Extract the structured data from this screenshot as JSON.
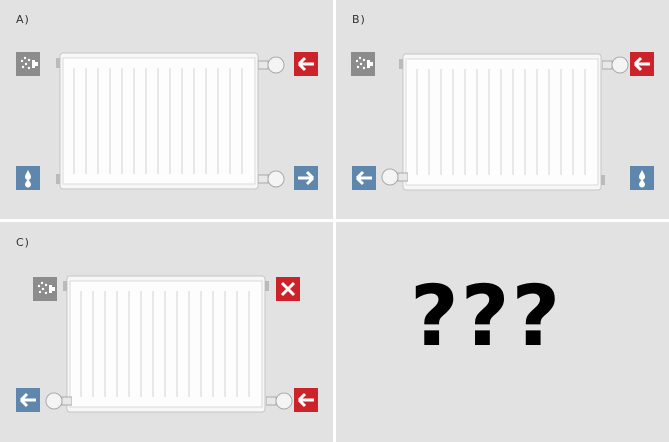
{
  "panels": {
    "a": {
      "label": "A)"
    },
    "b": {
      "label": "B)"
    },
    "c": {
      "label": "C)"
    },
    "d": {
      "text": "???"
    }
  },
  "icons": {
    "vent": "air-vent-icon",
    "drain": "water-drop-icon",
    "supply": "arrow-left-red-icon",
    "return": "arrow-right-blue-icon",
    "blocked": "x-red-icon"
  },
  "colors": {
    "red": "#cc2229",
    "blue": "#5f86ad",
    "gray": "#8c8c8c",
    "panel": "#e2e2e2"
  }
}
